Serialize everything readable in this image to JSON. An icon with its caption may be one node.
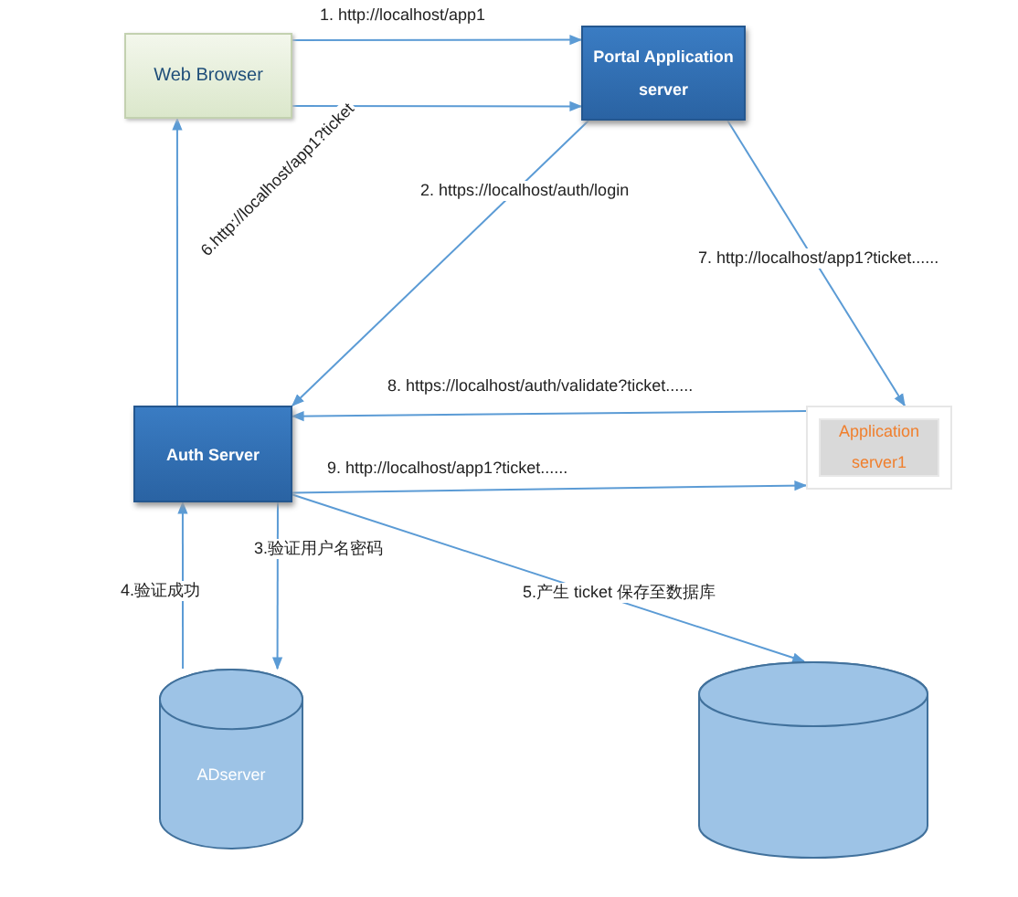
{
  "diagram": {
    "nodes": [
      {
        "text": [
          "Web Browser"
        ]
      },
      {
        "text": [
          "Portal Application server"
        ]
      },
      {
        "text": [
          "Auth Server"
        ]
      },
      {
        "text": [
          "Application server1"
        ]
      },
      {
        "text": [
          "ADserver"
        ]
      },
      {
        "text": [],
        "shape": "cylinder"
      }
    ],
    "edges": [
      {
        "from": 0,
        "to": 1,
        "arrow": "to",
        "label": "1. http://localhost/app1"
      },
      {
        "from": 0,
        "to": 1,
        "arrow": "to"
      },
      {
        "from": 1,
        "to": 2,
        "arrow": "to",
        "label": "2. https://localhost/auth/login"
      },
      {
        "from": 2,
        "to": 4,
        "arrow": "to",
        "label": "3.验证用户名密码"
      },
      {
        "from": 4,
        "to": 2,
        "arrow": "to",
        "label": "4.验证成功"
      },
      {
        "from": 2,
        "to": 5,
        "arrow": "to",
        "label": "5.产生 ticket 保存至数据库"
      },
      {
        "from": 2,
        "to": 0,
        "arrow": "to",
        "label": "6.http://localhost/app1?ticket"
      },
      {
        "from": 1,
        "to": 3,
        "arrow": "to",
        "label": "7. http://localhost/app1?ticket......"
      },
      {
        "from": 3,
        "to": 2,
        "arrow": "to",
        "label": "8. https://localhost/auth/validate?ticket......"
      },
      {
        "from": 2,
        "to": 3,
        "arrow": "to",
        "label": "9. http://localhost/app1?ticket......"
      }
    ]
  }
}
